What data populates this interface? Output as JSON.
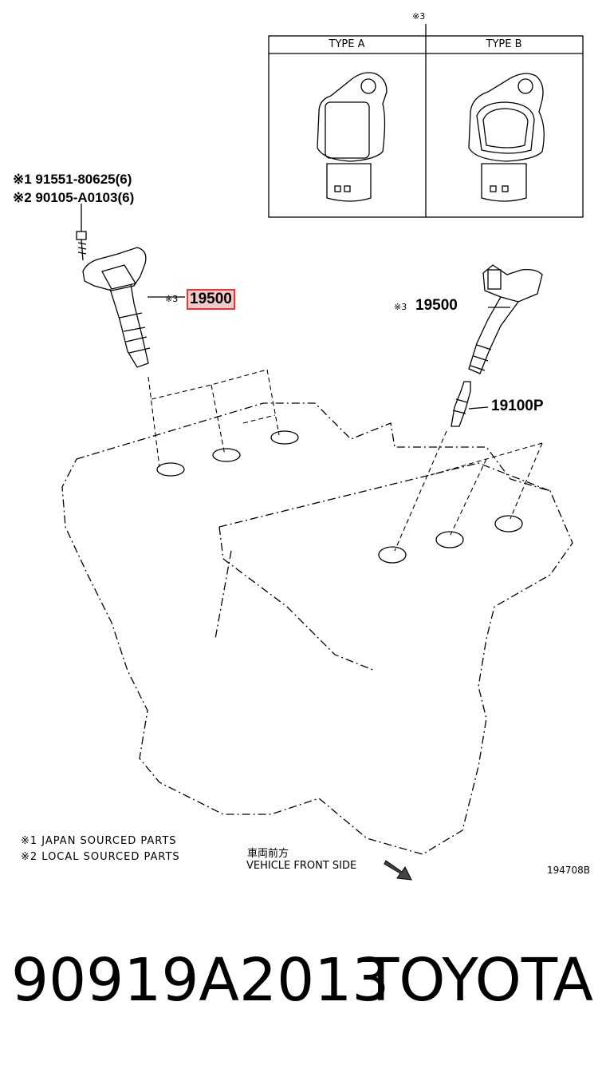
{
  "inset": {
    "note_mark": "※3",
    "type_a": "TYPE A",
    "type_b": "TYPE B"
  },
  "callouts": {
    "bolt_japan": "※1 91551-80625(6)",
    "bolt_local": "※2 90105-A0103(6)",
    "coil_left_mark": "※3",
    "coil_left_part": "19500",
    "coil_right_mark": "※3",
    "coil_right_part": "19500",
    "spark_plug_part": "19100P"
  },
  "legend": {
    "note1": "※1 JAPAN SOURCED PARTS",
    "note2": "※2 LOCAL SOURCED PARTS",
    "front_jp": "車両前方",
    "front_en": "VEHICLE FRONT SIDE",
    "diagram_code": "194708B"
  },
  "footer": {
    "part_number": "90919A2013",
    "brand": "TOYOTA"
  },
  "colors": {
    "highlight_border": "#e53935",
    "highlight_fill": "#f4c9c9",
    "line": "#000000"
  }
}
